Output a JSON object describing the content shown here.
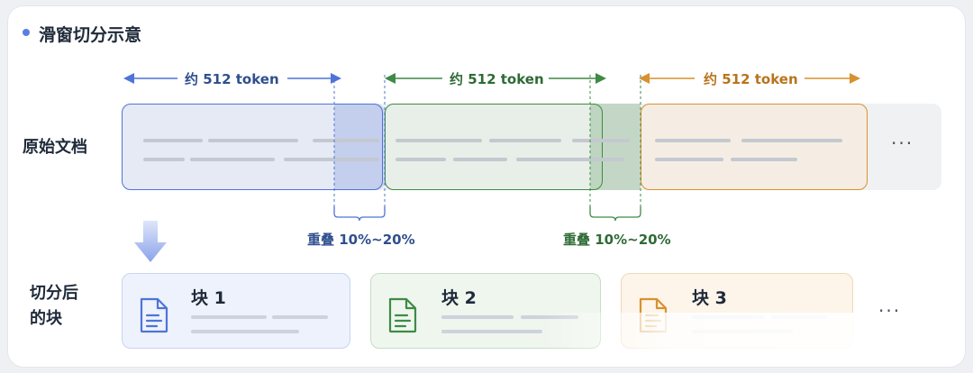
{
  "title": "滑窗切分示意",
  "rows": {
    "original": "原始文档",
    "chunked_line1": "切分后",
    "chunked_line2": "的块"
  },
  "windows": [
    {
      "label": "约 512 token",
      "color": "#4f74d8",
      "fill": "#e6eaf5"
    },
    {
      "label": "约 512 token",
      "color": "#3f8a45",
      "fill": "#e8eee8"
    },
    {
      "label": "约 512 token",
      "color": "#d8912f",
      "fill": "#f5ede4"
    }
  ],
  "overlaps": [
    {
      "label": "重叠 10%~20%",
      "color": "#2f4f8f"
    },
    {
      "label": "重叠 10%~20%",
      "color": "#2f6b35"
    }
  ],
  "more": "···",
  "chunks": [
    {
      "title": "块 1",
      "color": "#4f74d8",
      "fill": "#eef2fc",
      "border": "#c8d4f2",
      "icon": "document-icon"
    },
    {
      "title": "块 2",
      "color": "#3f8a45",
      "fill": "#eff6ee",
      "border": "#c6dcc4",
      "icon": "document-icon"
    },
    {
      "title": "块 3",
      "color": "#d8912f",
      "fill": "#fdf4ea",
      "border": "#f0d8b8",
      "icon": "document-icon"
    }
  ]
}
